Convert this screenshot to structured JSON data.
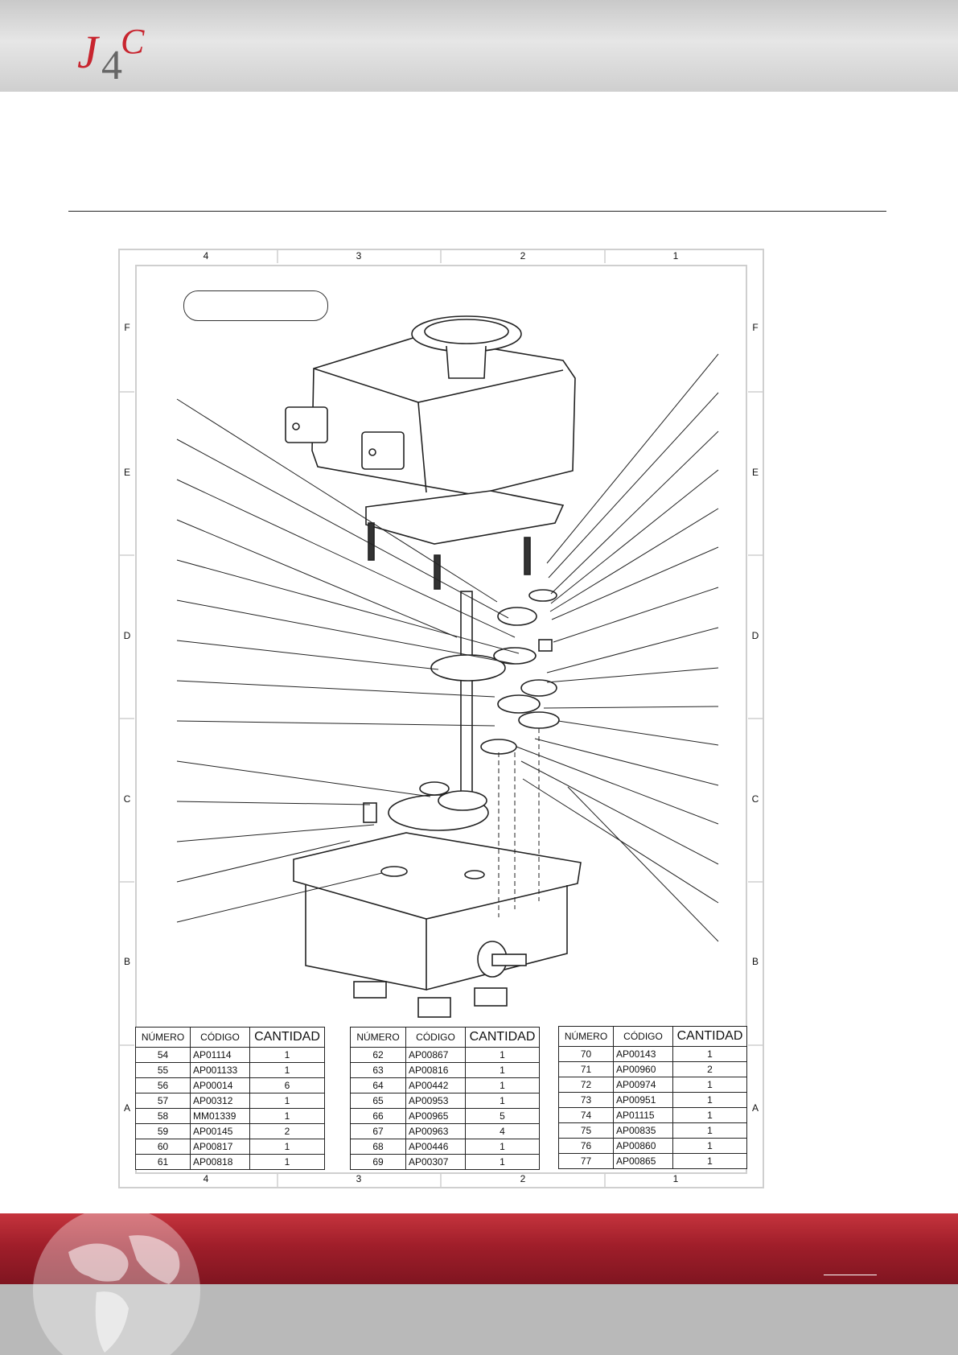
{
  "brand": {
    "logo_text": "J4C"
  },
  "sheet": {
    "columns": [
      "4",
      "3",
      "2",
      "1"
    ],
    "rows": [
      "F",
      "E",
      "D",
      "C",
      "B",
      "A"
    ]
  },
  "tables": [
    {
      "headers": [
        "NÚMERO",
        "CÓDIGO",
        "CANTIDAD"
      ],
      "rows": [
        [
          "54",
          "AP01114",
          "1"
        ],
        [
          "55",
          "AP001133",
          "1"
        ],
        [
          "56",
          "AP00014",
          "6"
        ],
        [
          "57",
          "AP00312",
          "1"
        ],
        [
          "58",
          "MM01339",
          "1"
        ],
        [
          "59",
          "AP00145",
          "2"
        ],
        [
          "60",
          "AP00817",
          "1"
        ],
        [
          "61",
          "AP00818",
          "1"
        ]
      ]
    },
    {
      "headers": [
        "NÚMERO",
        "CÓDIGO",
        "CANTIDAD"
      ],
      "rows": [
        [
          "62",
          "AP00867",
          "1"
        ],
        [
          "63",
          "AP00816",
          "1"
        ],
        [
          "64",
          "AP00442",
          "1"
        ],
        [
          "65",
          "AP00953",
          "1"
        ],
        [
          "66",
          "AP00965",
          "5"
        ],
        [
          "67",
          "AP00963",
          "4"
        ],
        [
          "68",
          "AP00446",
          "1"
        ],
        [
          "69",
          "AP00307",
          "1"
        ]
      ]
    },
    {
      "headers": [
        "NÚMERO",
        "CÓDIGO",
        "CANTIDAD"
      ],
      "rows": [
        [
          "70",
          "AP00143",
          "1"
        ],
        [
          "71",
          "AP00960",
          "2"
        ],
        [
          "72",
          "AP00974",
          "1"
        ],
        [
          "73",
          "AP00951",
          "1"
        ],
        [
          "74",
          "AP01115",
          "1"
        ],
        [
          "75",
          "AP00835",
          "1"
        ],
        [
          "76",
          "AP00860",
          "1"
        ],
        [
          "77",
          "AP00865",
          "1"
        ]
      ]
    }
  ],
  "colors": {
    "brand_red": "#c5343d",
    "dark_red": "#7f1520",
    "footer_gray": "#b9b9b9"
  }
}
